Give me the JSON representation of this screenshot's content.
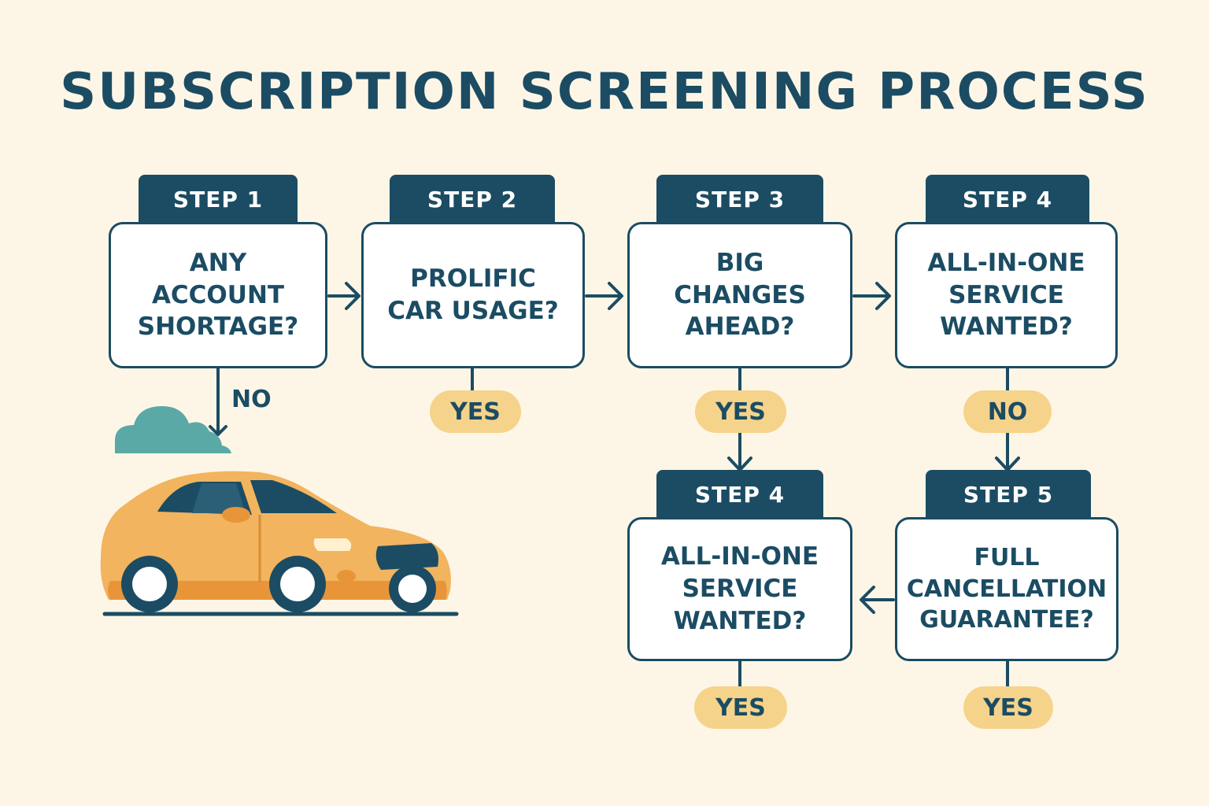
{
  "title": "SUBSCRIPTION SCREENING PROCESS",
  "steps": [
    {
      "tab": "STEP 1",
      "question": "ANY\nACCOUNT\nSHORTAGE?"
    },
    {
      "tab": "STEP 2",
      "question": "PROLIFIC\nCAR USAGE?"
    },
    {
      "tab": "STEP 3",
      "question": "BIG\nCHANGES\nAHEAD?"
    },
    {
      "tab": "STEP 4",
      "question": "ALL-IN-ONE\nSERVICE\nWANTED?"
    },
    {
      "tab": "STEP 4",
      "question": "ALL-IN-ONE\nSERVICE\nWANTED?"
    },
    {
      "tab": "STEP 5",
      "question": "FULL\nCANCELLATION\nGUARANTEE?"
    }
  ],
  "answers": {
    "step1": "NO",
    "step2": "YES",
    "step3": "YES",
    "step4": "NO",
    "step4b": "YES",
    "step5": "YES"
  },
  "colors": {
    "background": "#fdf6e6",
    "primary": "#1b4c63",
    "pill": "#f6d38a",
    "car_body": "#f2b45e",
    "cloud": "#5aa9a6"
  },
  "illustration": {
    "car": "car-icon",
    "cloud": "cloud-icon"
  }
}
